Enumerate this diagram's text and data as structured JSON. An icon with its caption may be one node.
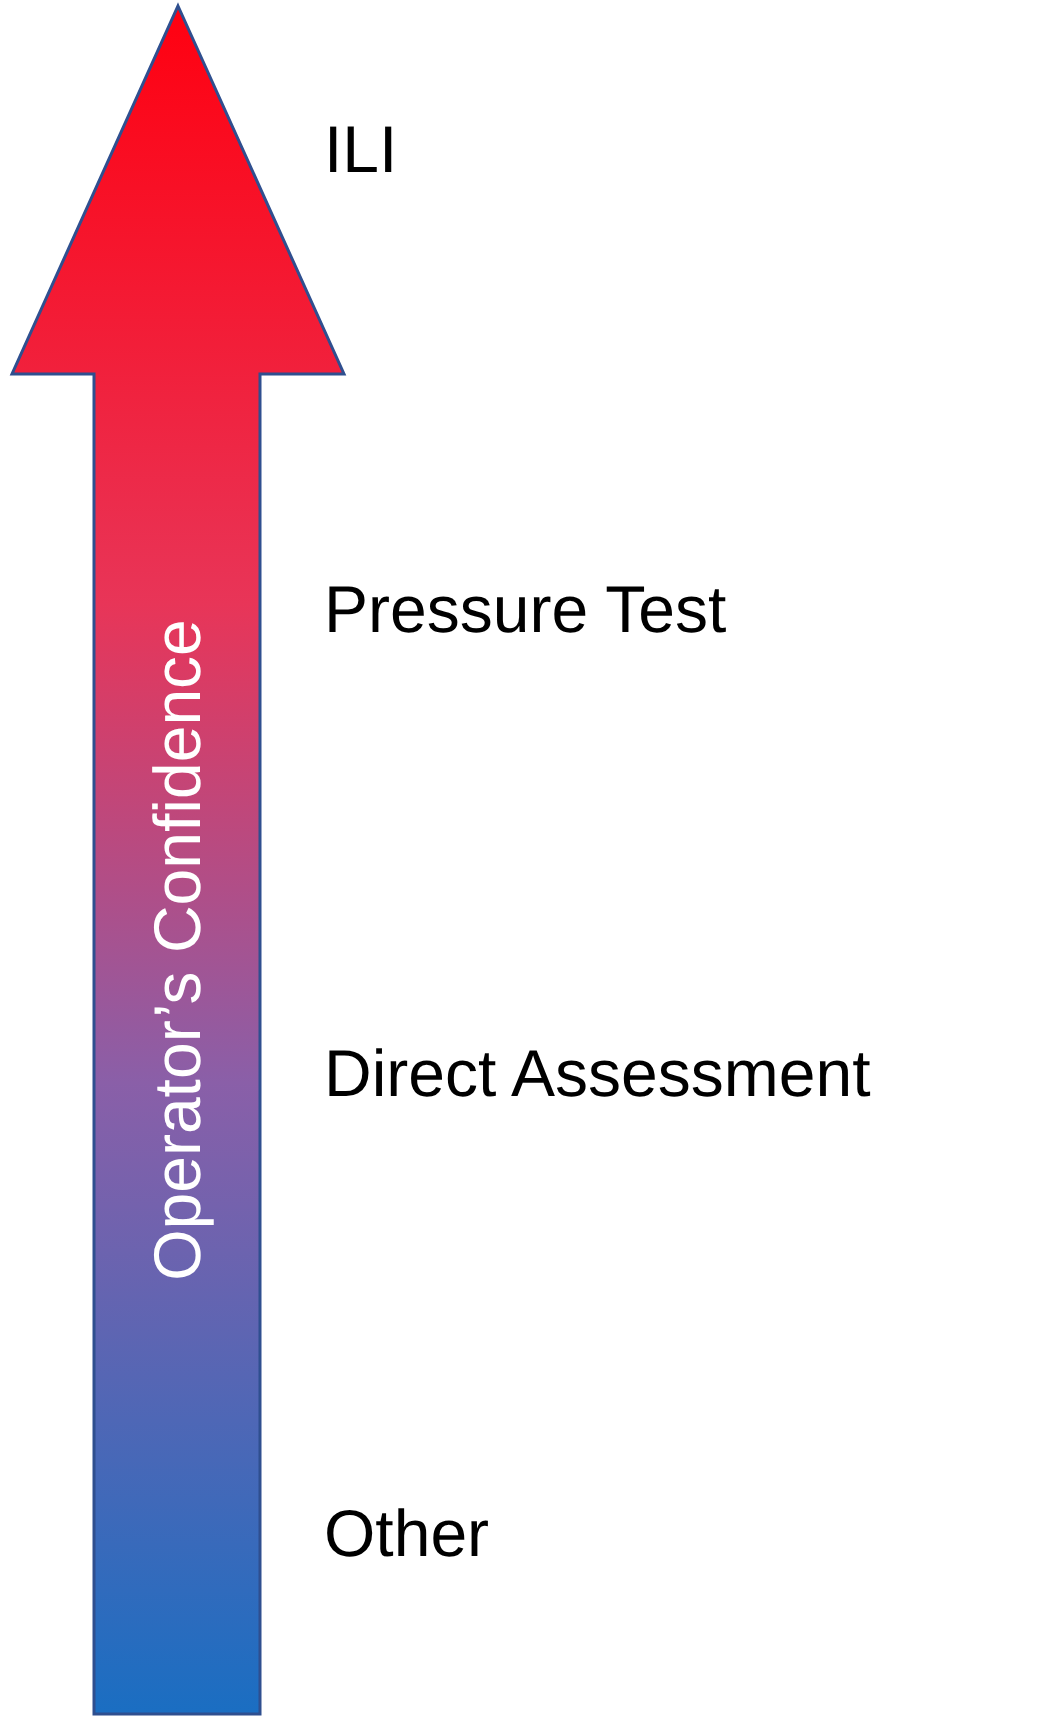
{
  "diagram": {
    "nodes": [
      {
        "text": [
          "Operator’s Confidence"
        ]
      }
    ],
    "labels": [
      "ILI",
      "Pressure Test",
      "Direct Assessment",
      "Other"
    ]
  }
}
